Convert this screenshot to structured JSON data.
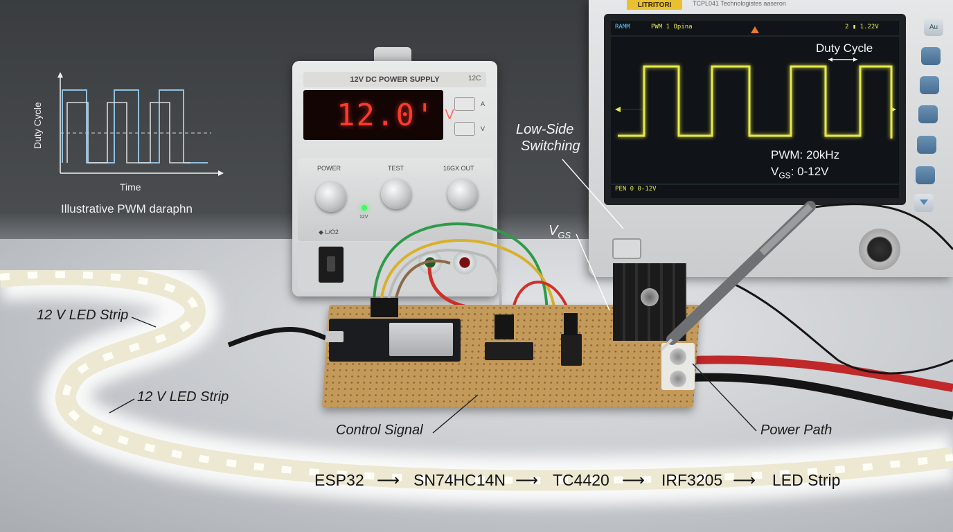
{
  "inset_graph": {
    "y_label": "Duty Cycle",
    "x_label": "Time",
    "caption": "Illustrative PWM daraphn"
  },
  "power_supply": {
    "title": "12V DC POWER SUPPLY",
    "title_code": "12C",
    "readout": "12.0'",
    "unit": "V",
    "btn_up": "A",
    "btn_down": "V",
    "knob_labels": [
      "POWER",
      "TEST",
      "16GX OUT"
    ],
    "led_label": "12V",
    "lower_left": "◆ L/O2"
  },
  "oscilloscope": {
    "brand": "LITRITORI",
    "model": "TCPL041   Technologistes  aaseron",
    "status_left": "RAMM",
    "status_mode": "PWM  1 Opina",
    "status_right": "2  ▮  1.22V",
    "bottom_status": "PEN  0  0-12V",
    "duty_label": "Duty Cycle",
    "pwm_label": "PWM: 20kHz",
    "vgs_prefix": "V",
    "vgs_sub": "GS",
    "vgs_range": ": 0-12V",
    "top_key": "Au"
  },
  "annotations": {
    "low_side_1": "Low-Side",
    "low_side_2": "Switching",
    "vgs_main": "V",
    "vgs_sub": "GS",
    "led_strip_1": "12 V LED Strip",
    "led_strip_2": "12 V LED Strip",
    "control_signal": "Control Signal",
    "power_path": "Power Path"
  },
  "flow": [
    "ESP32",
    "SN74HC14N",
    "TC4420",
    "IRF3205",
    "LED Strip"
  ],
  "colors": {
    "trace": "#e8e84a",
    "inset_line_a": "#8fc0e0",
    "inset_line_b": "#d8dadc",
    "psu_digits": "#ff3a2c",
    "wire_red": "#d0302a",
    "wire_black": "#151515"
  }
}
